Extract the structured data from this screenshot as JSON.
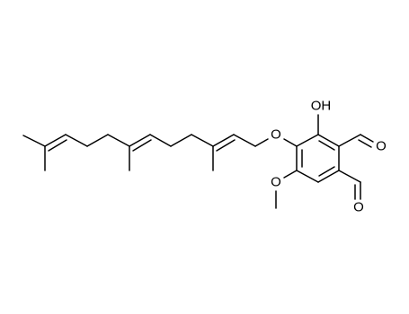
{
  "molecule": {
    "description_labels": {
      "hydroxyl": "OH",
      "ether_oxygen": "O",
      "methoxy_oxygen": "O",
      "aldehyde_oxygen_upper": "O",
      "aldehyde_oxygen_lower": "O"
    },
    "colors": {
      "background": "#ffffff",
      "bond": "#000000",
      "label": "#000000"
    }
  }
}
